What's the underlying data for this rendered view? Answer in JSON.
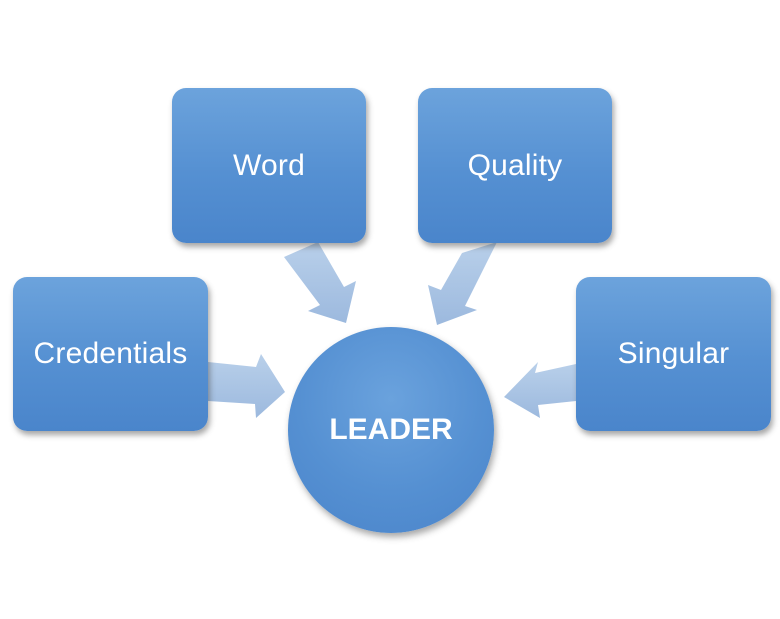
{
  "diagram": {
    "center": {
      "label": "LEADER"
    },
    "nodes": [
      {
        "id": "word",
        "label": "Word"
      },
      {
        "id": "quality",
        "label": "Quality"
      },
      {
        "id": "credentials",
        "label": "Credentials"
      },
      {
        "id": "singular",
        "label": "Singular"
      }
    ],
    "colors": {
      "node_fill": "#5590d2",
      "arrow_fill": "#a9c3e3",
      "text": "#ffffff"
    }
  }
}
